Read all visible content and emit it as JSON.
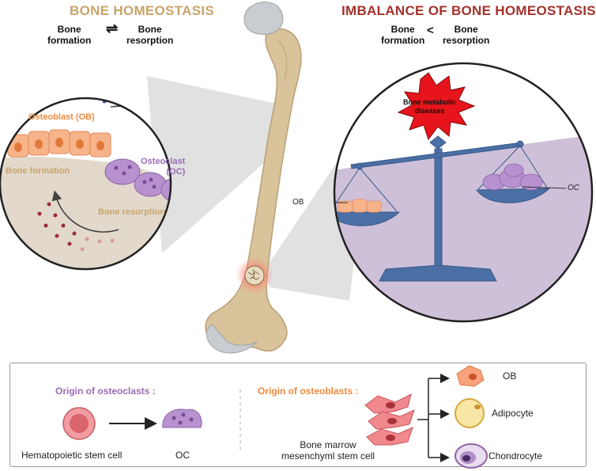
{
  "header": {
    "left_title": "BONE HOMEOSTASIS",
    "right_title": "IMBALANCE OF BONE HOMEOSTASIS",
    "left_formation": "Bone\nformation",
    "left_symbol": "⇌",
    "left_resorption": "Bone\nresorption",
    "right_formation": "Bone\nformation",
    "right_symbol": "<",
    "right_resorption": "Bone\nresorption"
  },
  "left_circle": {
    "osteoblast_label": "Osteoblast (OB)",
    "osteoclast_label": "Osteoclast\n(OC)",
    "bone_formation_label": "Bone formation",
    "bone_resorption_label": "Bone resorption"
  },
  "right_circle": {
    "disease_label": "Bone metabolic\ndiseases",
    "ob_label": "OB",
    "oc_label": "OC"
  },
  "bottom": {
    "origin_osteoclasts": "Origin of osteoclasts :",
    "origin_osteoblasts": "Origin of osteoblasts :",
    "hsc_label": "Hematopoietic stem cell",
    "oc_label": "OC",
    "msc_label": "Bone marrow\nmesenchyml stem cell",
    "ob_label": "OB",
    "adipocyte_label": "Adipocyte",
    "chondrocyte_label": "Chondrocyte"
  },
  "colors": {
    "bone_title": "#c9a46a",
    "imbalance_title": "#a3322c",
    "osteoblast": "#f4a261",
    "osteoclast": "#9b6bb5",
    "scale_blue": "#4a6fa5"
  }
}
